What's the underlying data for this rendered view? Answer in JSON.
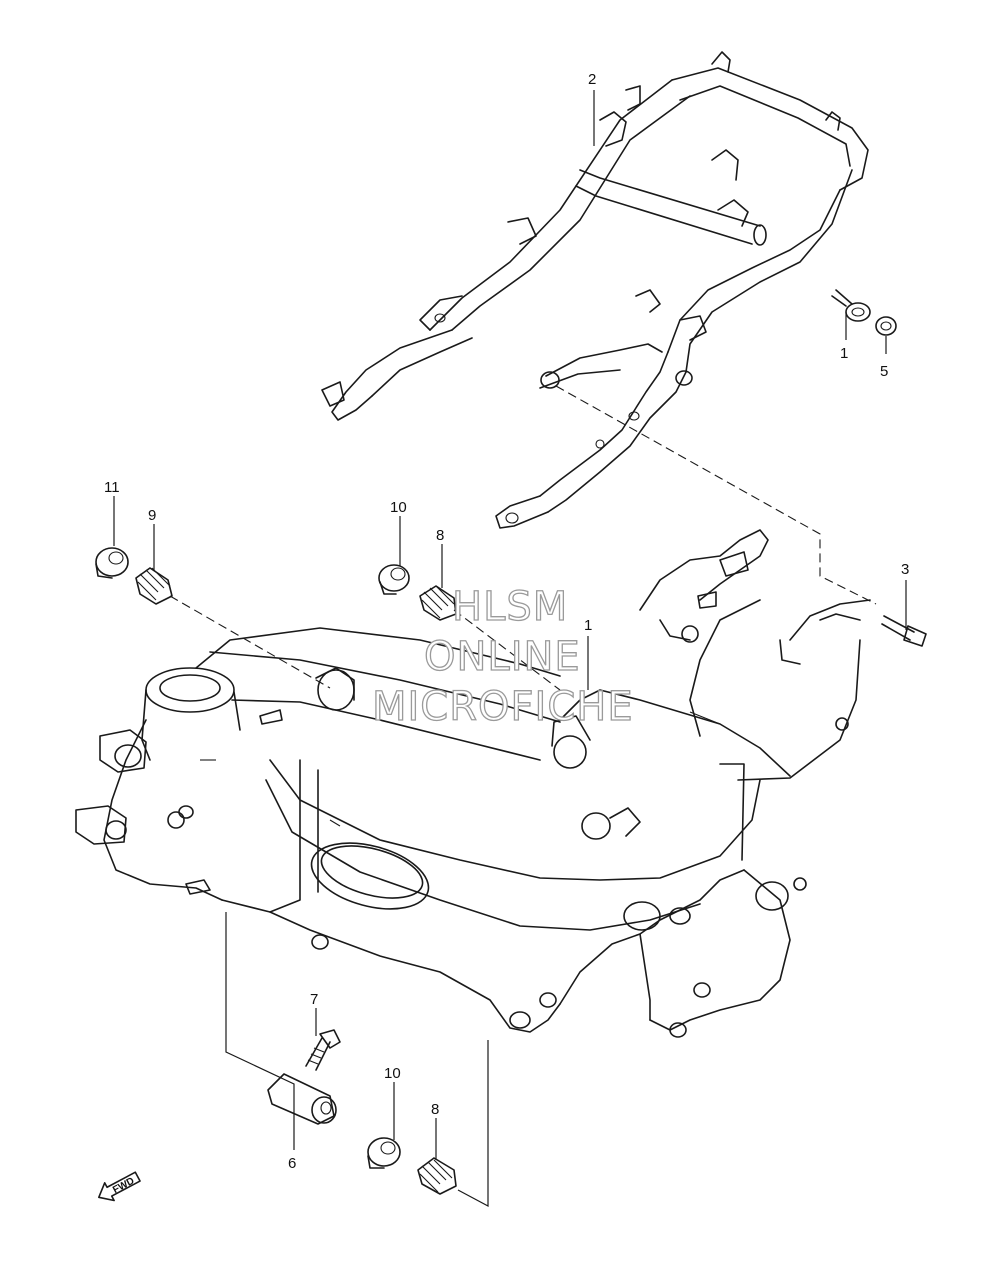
{
  "part_labels": {
    "p1a": "1",
    "p1b": "1",
    "p2": "2",
    "p3": "3",
    "p5": "5",
    "p6": "6",
    "p7": "7",
    "p8a": "8",
    "p8b": "8",
    "p9": "9",
    "p10a": "10",
    "p10b": "10",
    "p11": "11"
  },
  "watermark": {
    "line1": "HLSM",
    "line2": "ONLINE",
    "line3": "MICROFICHE"
  },
  "direction_arrow": {
    "label": "FWD",
    "icon": "forward-arrow-icon"
  },
  "colors": {
    "ink": "#1a1a1a",
    "background": "#ffffff",
    "watermark_outline": "#9a9a9a"
  }
}
